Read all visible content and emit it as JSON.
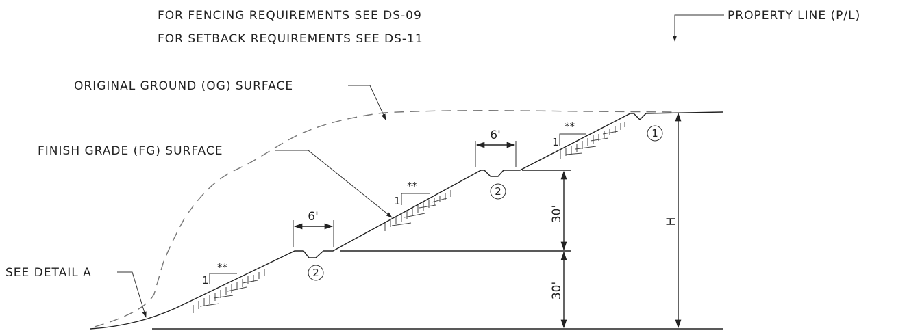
{
  "notes": {
    "fencing": "FOR FENCING REQUIREMENTS SEE DS-09",
    "setback": "FOR SETBACK REQUIREMENTS SEE DS-11"
  },
  "labels": {
    "property_line": "PROPERTY LINE (P/L)",
    "original_ground": "ORIGINAL GROUND (OG) SURFACE",
    "finish_grade": "FINISH GRADE (FG) SURFACE",
    "see_detail": "SEE DETAIL A"
  },
  "dimensions": {
    "bench_width_upper": "6'",
    "bench_width_lower": "6'",
    "vertical_upper": "30'",
    "vertical_lower": "30'",
    "total_height": "H"
  },
  "slope_marks": {
    "upper_ratio": "1",
    "upper_stars": "**",
    "middle_ratio": "1",
    "middle_stars": "**",
    "lower_ratio": "1",
    "lower_stars": "**"
  },
  "callouts": {
    "top": "1",
    "bench_upper": "2",
    "bench_lower": "2"
  }
}
